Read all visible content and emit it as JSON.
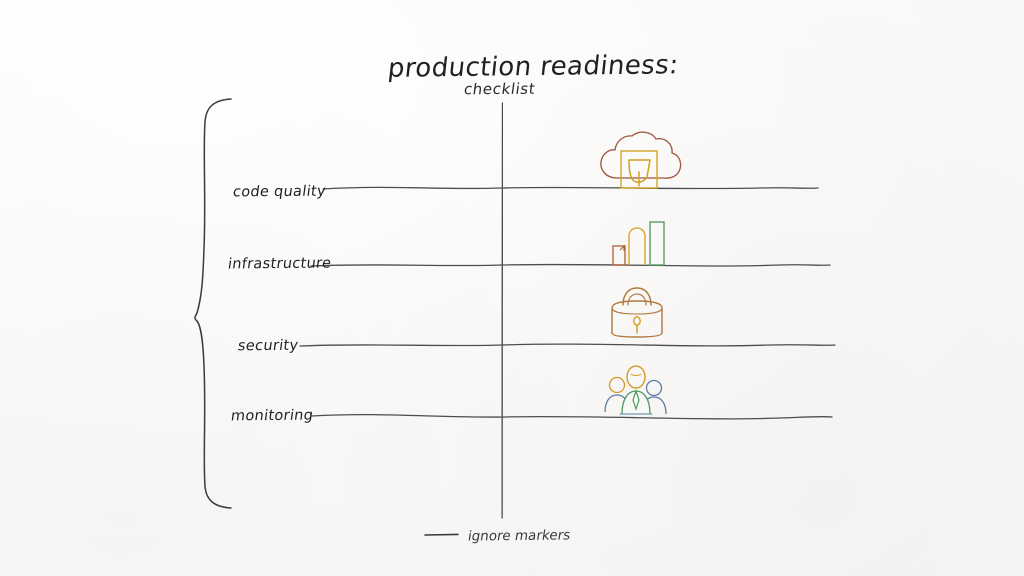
{
  "diagram": {
    "style": "hand-drawn whiteboard sketch",
    "background_color": "#fbfbfa",
    "ink_color": "#3c3c42",
    "title": {
      "main": "production readiness:",
      "subtitle": "checklist"
    },
    "footer": {
      "marker_label": "ignore markers"
    },
    "brace": {
      "name": "left-curly-brace",
      "spans_rows": 4
    },
    "rows": [
      {
        "label": "code quality",
        "icon_name": "cloud-shield-icon",
        "icon_colors": {
          "outline": "#a0563f",
          "accent": "#d4a017"
        }
      },
      {
        "label": "infrastructure",
        "icon_name": "bar-chart-icon",
        "icon_colors": {
          "bar_small": "#b5643a",
          "bar_medium": "#d8a42a",
          "bar_large": "#4f9e63"
        }
      },
      {
        "label": "security",
        "icon_name": "padlock-icon",
        "icon_colors": {
          "outline": "#b07a3c",
          "accent": "#d4a017"
        }
      },
      {
        "label": "monitoring",
        "icon_name": "team-people-icon",
        "icon_colors": {
          "center": "#d99a2b",
          "side": "#5b7fa6",
          "detail": "#4f9e63"
        }
      }
    ]
  }
}
